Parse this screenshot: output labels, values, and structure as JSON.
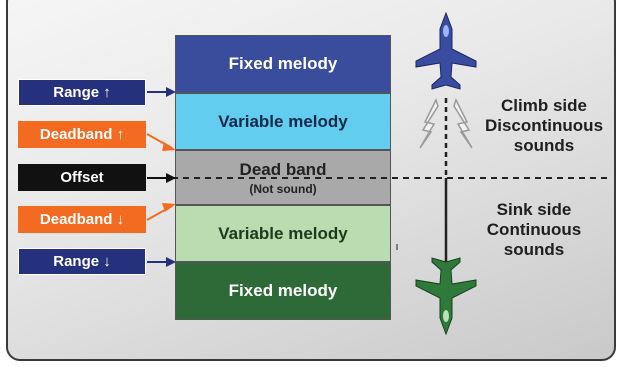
{
  "bands": {
    "fixed_top": "Fixed melody",
    "variable_top": "Variable melody",
    "dead_band": "Dead band",
    "dead_band_sub": "(Not sound)",
    "variable_bottom": "Variable melody",
    "fixed_bottom": "Fixed melody"
  },
  "tags": {
    "range_up": "Range ↑",
    "deadband_up": "Deadband ↑",
    "offset": "Offset",
    "deadband_down": "Deadband ↓",
    "range_down": "Range ↓"
  },
  "climb": {
    "line1": "Climb side",
    "line2": "Discontinuous",
    "line3": "sounds"
  },
  "sink": {
    "line1": "Sink side",
    "line2": "Continuous",
    "line3": "sounds"
  },
  "colors": {
    "fixed_top": "#3a4c9c",
    "variable_top": "#62cdee",
    "dead_band": "#a9a9a9",
    "variable_bottom": "#b9ddb0",
    "fixed_bottom": "#2e6a38",
    "tag_blue": "#26317e",
    "tag_orange": "#f36a21",
    "tag_black": "#111111"
  },
  "icons": [
    "jet-climb-icon",
    "jet-sink-icon",
    "arrow-icon"
  ]
}
